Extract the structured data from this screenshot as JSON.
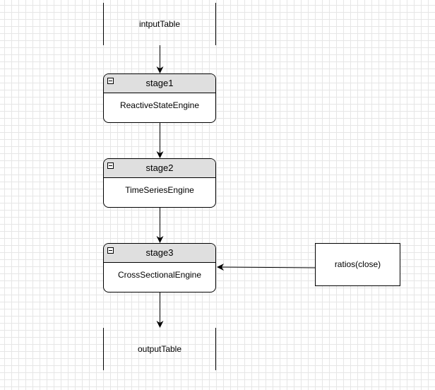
{
  "diagram": {
    "input_table": {
      "label": "intputTable"
    },
    "stages": [
      {
        "name": "stage1",
        "engine": "ReactiveStateEngine"
      },
      {
        "name": "stage2",
        "engine": "TimeSeriesEngine"
      },
      {
        "name": "stage3",
        "engine": "CrossSectionalEngine"
      }
    ],
    "parameter": {
      "label": "ratios(close)"
    },
    "output_table": {
      "label": "outputTable"
    }
  }
}
